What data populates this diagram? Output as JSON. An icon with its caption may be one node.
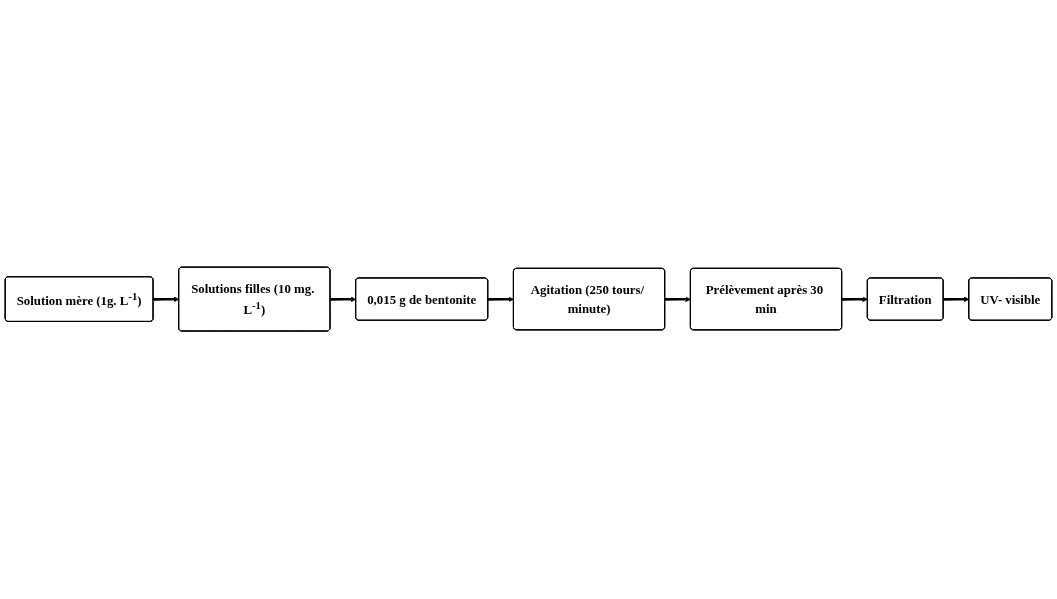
{
  "diagram": {
    "nodes": [
      {
        "text": [
          "Solution mère (1g. L$^{-1}$)"
        ]
      },
      {
        "text": [
          "Solutions filles (10 mg. L$^{-1}$)"
        ]
      },
      {
        "text": [
          "0,015 g de bentonite"
        ]
      },
      {
        "text": [
          "Agitation (250 tours/ minute)"
        ]
      },
      {
        "text": [
          "Prélèvement après 30 min"
        ]
      },
      {
        "text": [
          "Filtration"
        ]
      },
      {
        "text": [
          "UV- visible"
        ]
      }
    ],
    "edges": [
      {
        "from": 0,
        "to": 1,
        "arrow": "to"
      },
      {
        "from": 1,
        "to": 2,
        "arrow": "to"
      },
      {
        "from": 2,
        "to": 3,
        "arrow": "to"
      },
      {
        "from": 3,
        "to": 4,
        "arrow": "to"
      },
      {
        "from": 4,
        "to": 5,
        "arrow": "to"
      },
      {
        "from": 5,
        "to": 6,
        "arrow": "to"
      }
    ]
  }
}
